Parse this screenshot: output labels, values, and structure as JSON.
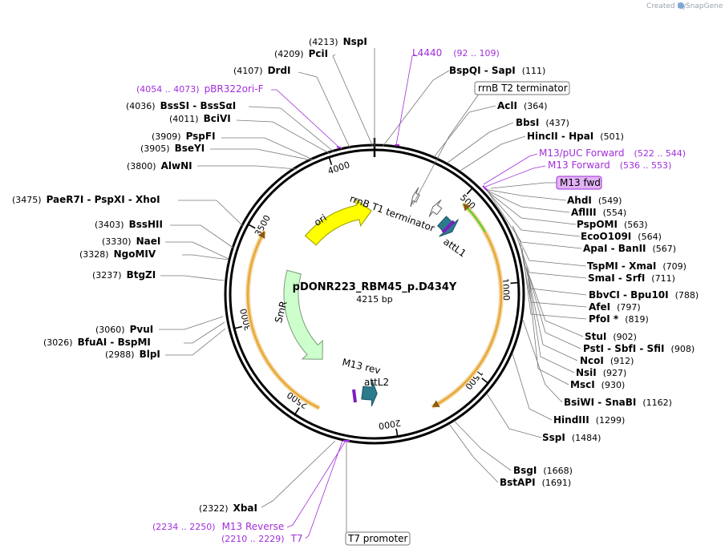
{
  "plasmid": {
    "name": "pDONR223_RBM45_p.D434Y",
    "length": 4215,
    "length_label": "4215 bp"
  },
  "credit": {
    "created_by": "Created by",
    "brand": "SnapGene"
  },
  "ticks": [
    500,
    1000,
    1500,
    2000,
    2500,
    3000,
    3500,
    4000
  ],
  "features": [
    {
      "id": "ori",
      "label": "ori",
      "color": "#ffff00",
      "stroke": "#999900",
      "start": 3630,
      "end": 4190,
      "strand": 1
    },
    {
      "id": "smr",
      "label": "SmR",
      "color": "#ccffcc",
      "stroke": "#7a9a7a",
      "start": 2560,
      "end": 3340,
      "strand": -1
    },
    {
      "id": "rrnb-t1",
      "label": "rrnB T1 terminator",
      "color": "#ffffff",
      "stroke": "#666666",
      "start": 395,
      "end": 445,
      "strand": -1
    },
    {
      "id": "rrnb-t2",
      "label": "rrnB T2 terminator",
      "color": "#ffffff",
      "stroke": "#666666",
      "start": 250,
      "end": 285,
      "strand": -1
    },
    {
      "id": "attl1",
      "label": "attL1",
      "color": "#2c7b8c",
      "stroke": "#1b5763",
      "start": 500,
      "end": 600,
      "strand": 1
    },
    {
      "id": "attl2",
      "label": "attL2",
      "color": "#2c7b8c",
      "stroke": "#1b5763",
      "start": 2090,
      "end": 2190,
      "strand": -1
    }
  ],
  "cds_arcs": [
    {
      "id": "orf-green",
      "color": "#66cc33",
      "start": 520,
      "end": 1020,
      "strand": -1
    },
    {
      "id": "orf-orange-1",
      "color": "#e8a735",
      "start": 710,
      "end": 1790,
      "strand": 1
    },
    {
      "id": "orf-orange-2",
      "color": "#e8a735",
      "start": 2410,
      "end": 3510,
      "strand": 1
    }
  ],
  "sites": [
    {
      "name": "NspI",
      "pos": "(4213)"
    },
    {
      "name": "PciI",
      "pos": "(4209)"
    },
    {
      "name": "DrdI",
      "pos": "(4107)"
    },
    {
      "name": "BssSI  -  BssSαI",
      "pos": "(4036)"
    },
    {
      "name": "BciVI",
      "pos": "(4011)"
    },
    {
      "name": "PspFI",
      "pos": "(3909)"
    },
    {
      "name": "BseYI",
      "pos": "(3905)"
    },
    {
      "name": "AlwNI",
      "pos": "(3800)"
    },
    {
      "name": "PaeR7I  -  PspXI  -  XhoI",
      "pos": "(3475)"
    },
    {
      "name": "BssHII",
      "pos": "(3403)"
    },
    {
      "name": "NaeI",
      "pos": "(3330)"
    },
    {
      "name": "NgoMIV",
      "pos": "(3328)"
    },
    {
      "name": "BtgZI",
      "pos": "(3237)"
    },
    {
      "name": "PvuI",
      "pos": "(3060)"
    },
    {
      "name": "BfuAI  -  BspMI",
      "pos": "(3026)"
    },
    {
      "name": "BlpI",
      "pos": "(2988)"
    },
    {
      "name": "XbaI",
      "pos": "(2322)"
    },
    {
      "name": "BspQI  -  SapI",
      "pos": "(111)"
    },
    {
      "name": "AclI",
      "pos": "(364)"
    },
    {
      "name": "BbsI",
      "pos": "(437)"
    },
    {
      "name": "HincII  -  HpaI",
      "pos": "(501)"
    },
    {
      "name": "AhdI",
      "pos": "(549)"
    },
    {
      "name": "AflIII",
      "pos": "(554)"
    },
    {
      "name": "PspOMI",
      "pos": "(563)"
    },
    {
      "name": "EcoO109I",
      "pos": "(564)"
    },
    {
      "name": "ApaI  -  BanII",
      "pos": "(567)"
    },
    {
      "name": "TspMI  -  XmaI",
      "pos": "(709)"
    },
    {
      "name": "SmaI  -  SrfI",
      "pos": "(711)"
    },
    {
      "name": "BbvCI  -  Bpu10I",
      "pos": "(788)"
    },
    {
      "name": "AfeI",
      "pos": "(797)"
    },
    {
      "name": "PfoI *",
      "pos": "(819)"
    },
    {
      "name": "StuI",
      "pos": "(902)"
    },
    {
      "name": "PstI  -  SbfI  -  SfiI",
      "pos": "(908)"
    },
    {
      "name": "NcoI",
      "pos": "(912)"
    },
    {
      "name": "NsiI",
      "pos": "(927)"
    },
    {
      "name": "MscI",
      "pos": "(930)"
    },
    {
      "name": "BsiWI  -  SnaBI",
      "pos": "(1162)"
    },
    {
      "name": "HindIII",
      "pos": "(1299)"
    },
    {
      "name": "SspI",
      "pos": "(1484)"
    },
    {
      "name": "BsgI",
      "pos": "(1668)"
    },
    {
      "name": "BstAPI",
      "pos": "(1691)"
    }
  ],
  "primers": [
    {
      "name": "L4440",
      "pos": "(92 .. 109)"
    },
    {
      "name": "pBR322ori-F",
      "pos": "(4054 .. 4073)"
    },
    {
      "name": "M13/pUC Forward",
      "pos": "(522 .. 544)"
    },
    {
      "name": "M13 Forward",
      "pos": "(536 .. 553)"
    },
    {
      "name": "M13 Reverse",
      "pos": "(2234 .. 2250)"
    },
    {
      "name": "T7",
      "pos": "(2210 .. 2229)"
    }
  ],
  "boxed_labels": [
    {
      "name": "rrnB T2 terminator",
      "kind": "feature"
    },
    {
      "name": "M13 fwd",
      "kind": "primer"
    },
    {
      "name": "T7 promoter",
      "kind": "feature"
    }
  ],
  "inner_labels": {
    "m13_rev": "M13 rev",
    "attl2": "attL2"
  }
}
